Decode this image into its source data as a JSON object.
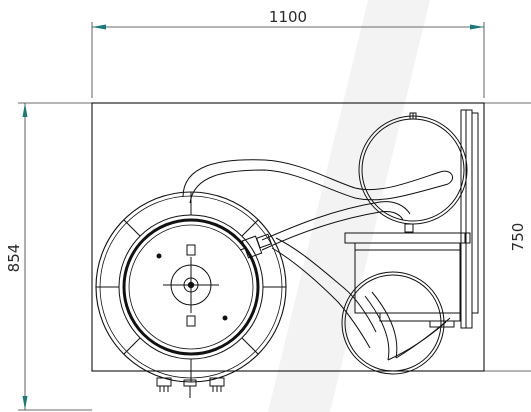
{
  "dimensions": {
    "width_label": "1100",
    "height_label": "854",
    "right_height_label": "750"
  },
  "colors": {
    "line": "#111111",
    "dim_line": "#3a3a3a",
    "arrow": "#1a7a78",
    "watermark": "#f2f2f2"
  }
}
